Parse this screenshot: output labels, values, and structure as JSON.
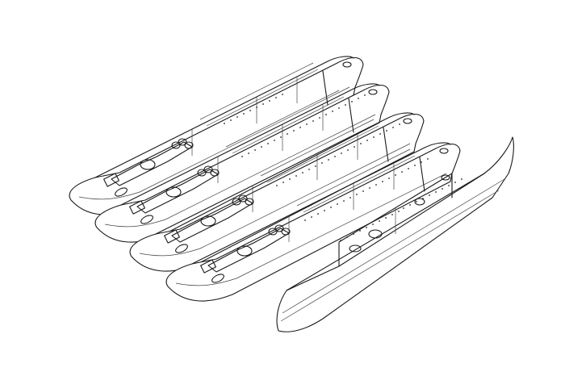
{
  "figure": {
    "description": "Isometric technical line drawing of five parallel pontoon floats",
    "background": "#ffffff",
    "line_color": "#1a1a1a",
    "floats": [
      {
        "index": 1,
        "type": "pontoon-with-fittings",
        "nose": [
          92,
          250
        ],
        "tail": [
          452,
          80
        ]
      },
      {
        "index": 2,
        "type": "pontoon-with-fittings",
        "nose": [
          120,
          282
        ],
        "tail": [
          492,
          92
        ]
      },
      {
        "index": 3,
        "type": "pontoon-with-fittings",
        "nose": [
          165,
          318
        ],
        "tail": [
          540,
          110
        ]
      },
      {
        "index": 4,
        "type": "pontoon-with-fittings",
        "nose": [
          210,
          355
        ],
        "tail": [
          590,
          135
        ]
      },
      {
        "index": 5,
        "type": "hull-float",
        "nose": [
          345,
          410
        ],
        "tail": [
          635,
          175
        ]
      }
    ]
  }
}
